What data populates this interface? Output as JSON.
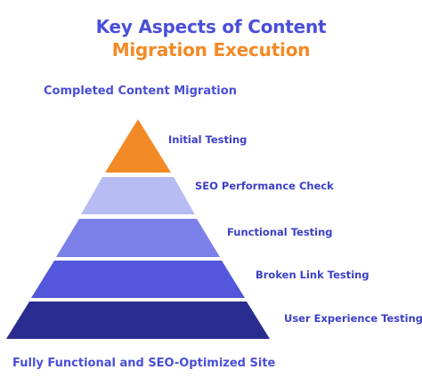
{
  "title": {
    "line1": "Key Aspects of Content",
    "line2": "Migration Execution"
  },
  "top_caption": "Completed Content Migration",
  "bottom_caption": "Fully Functional and SEO-Optimized Site",
  "levels": [
    {
      "label": "Initial Testing",
      "color": "#f28a25"
    },
    {
      "label": "SEO Performance Check",
      "color": "#b7bdf3"
    },
    {
      "label": "Functional Testing",
      "color": "#7b80e8"
    },
    {
      "label": "Broken Link Testing",
      "color": "#5357db"
    },
    {
      "label": "User Experience Testing",
      "color": "#2a2c8f"
    }
  ],
  "colors": {
    "title_primary": "#4a4ed8",
    "title_accent": "#f28a25",
    "caption": "#4a4ed8",
    "label": "#3b3fc7"
  }
}
